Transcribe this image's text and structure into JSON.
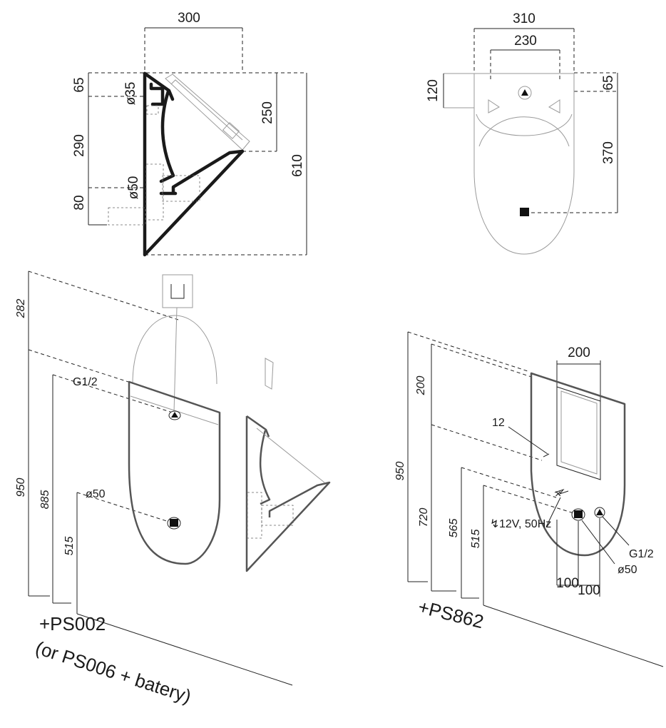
{
  "side_view": {
    "width": "300",
    "left": [
      "65",
      "290",
      "80"
    ],
    "pipe_top": "ø35",
    "pipe_bottom": "ø50",
    "right_inner": "250",
    "right_outer": "610"
  },
  "front_view": {
    "outer_width": "310",
    "inner_width": "230",
    "left_height": "120",
    "right_top": "65",
    "right_lower": "370"
  },
  "iso_left": {
    "heights": [
      "282",
      "950",
      "885",
      "515"
    ],
    "inlet": "G1/2",
    "drain": "ø50",
    "model": "+PS002",
    "model_note": "(or PS006 + batery)"
  },
  "iso_right": {
    "panel_width": "200",
    "heights": [
      "200",
      "950",
      "720",
      "565",
      "515"
    ],
    "depth": "12",
    "power": "12V, 50Hz",
    "inlet": "G1/2",
    "drain": "ø50",
    "spacing": [
      "100",
      "100"
    ],
    "model": "+PS862"
  }
}
